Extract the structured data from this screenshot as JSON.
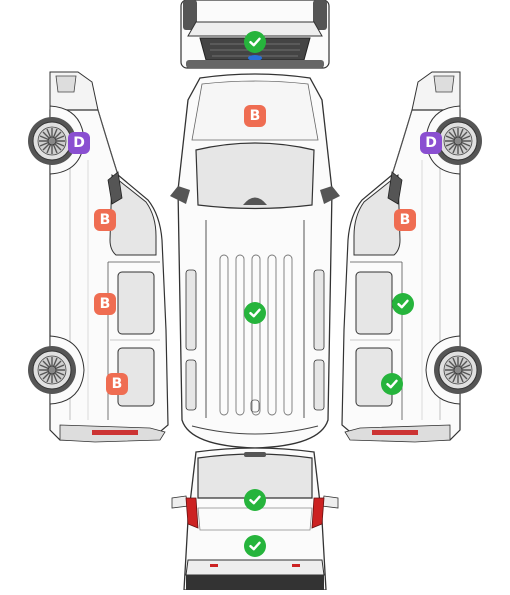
{
  "colors": {
    "scratch": "#ef6d52",
    "dent": "#8a4fd1",
    "ok": "#26b43c",
    "outline": "#333333",
    "glass": "#e6e6e6"
  },
  "views": [
    {
      "name": "front-view"
    },
    {
      "name": "top-view"
    },
    {
      "name": "left-side-view"
    },
    {
      "name": "right-side-view"
    },
    {
      "name": "rear-view"
    }
  ],
  "markers": [
    {
      "name": "front-grille-ok-marker",
      "type": "ok",
      "view": "front"
    },
    {
      "name": "roof-front-scratch-marker",
      "type": "scratch",
      "label": "B",
      "view": "top"
    },
    {
      "name": "roof-cargo-ok-marker",
      "type": "ok",
      "view": "top"
    },
    {
      "name": "left-front-wheel-dent-marker",
      "type": "dent",
      "label": "D",
      "view": "left"
    },
    {
      "name": "left-front-door-scratch-marker",
      "type": "scratch",
      "label": "B",
      "view": "left"
    },
    {
      "name": "left-sliding-door-scratch-marker",
      "type": "scratch",
      "label": "B",
      "view": "left"
    },
    {
      "name": "left-rear-panel-scratch-marker",
      "type": "scratch",
      "label": "B",
      "view": "left"
    },
    {
      "name": "right-front-wheel-dent-marker",
      "type": "dent",
      "label": "D",
      "view": "right"
    },
    {
      "name": "right-front-door-scratch-marker",
      "type": "scratch",
      "label": "B",
      "view": "right"
    },
    {
      "name": "right-sliding-door-ok-marker",
      "type": "ok",
      "view": "right"
    },
    {
      "name": "right-rear-panel-ok-marker",
      "type": "ok",
      "view": "right"
    },
    {
      "name": "rear-window-ok-marker",
      "type": "ok",
      "view": "rear"
    },
    {
      "name": "rear-bumper-ok-marker",
      "type": "ok",
      "view": "rear"
    }
  ]
}
